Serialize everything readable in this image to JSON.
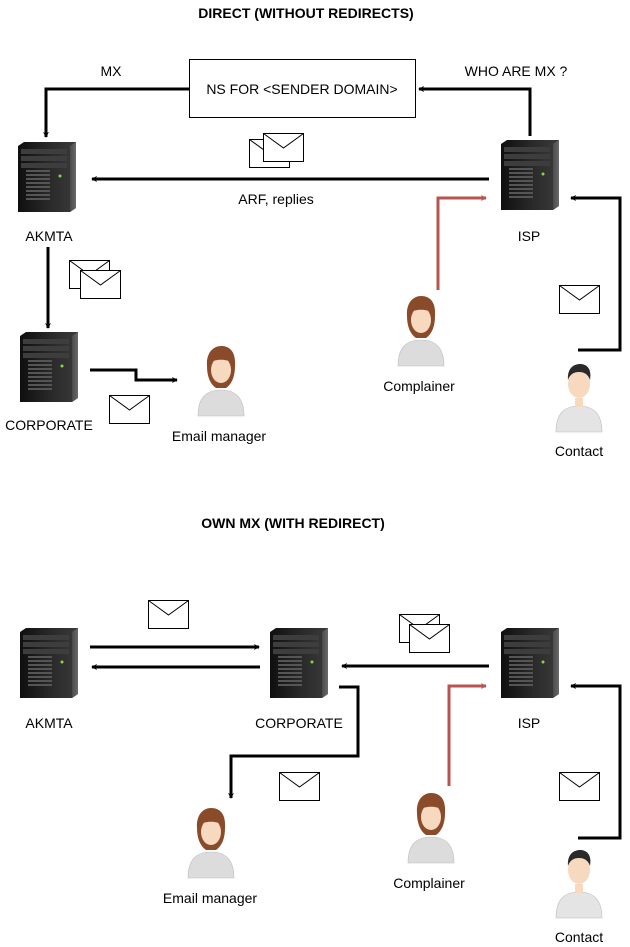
{
  "diagrams": [
    {
      "title": "DIRECT (WITHOUT REDIRECTS)",
      "ns_box_label": "NS FOR <SENDER DOMAIN>",
      "edge_labels": {
        "mx": "MX",
        "who_are_mx": "WHO ARE MX ?",
        "arf_replies": "ARF, replies"
      },
      "nodes": {
        "akmta": "AKMTA",
        "isp": "ISP",
        "corporate": "CORPORATE",
        "email_manager": "Email manager",
        "complainer": "Complainer",
        "contact": "Contact"
      }
    },
    {
      "title": "OWN MX (WITH REDIRECT)",
      "nodes": {
        "akmta": "AKMTA",
        "corporate": "CORPORATE",
        "isp": "ISP",
        "email_manager": "Email manager",
        "complainer": "Complainer",
        "contact": "Contact"
      }
    }
  ],
  "colors": {
    "arrow": "#000000",
    "complaint_arrow": "#b85450",
    "server_body": "#1c1c1c",
    "person_female_hair": "#8a4b2a",
    "person_male_hair": "#2a2a2a",
    "person_skin": "#f6d9bf",
    "person_shirt": "#dcdcdc"
  },
  "icons": [
    "server-icon",
    "envelope-icon",
    "person-icon"
  ]
}
